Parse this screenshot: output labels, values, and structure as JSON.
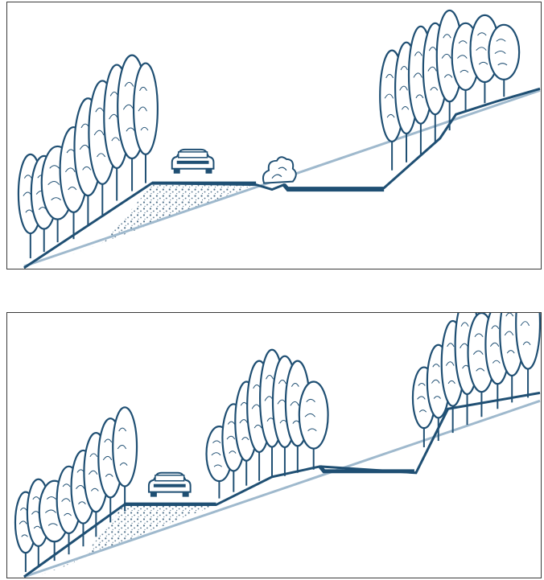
{
  "panels": [
    {
      "id": "top",
      "scheme": "road-with-shrub-strip-and-ditch"
    },
    {
      "id": "bottom",
      "scheme": "road-with-tree-planted-embankment-and-ditch"
    }
  ],
  "colors": {
    "ink": "#1f4f73",
    "slope": "#9fb9cd",
    "gravel": "#4d6e88",
    "frame": "#3a3a3a"
  },
  "icons": [
    "tree-icon",
    "car-icon",
    "shrub-icon"
  ]
}
